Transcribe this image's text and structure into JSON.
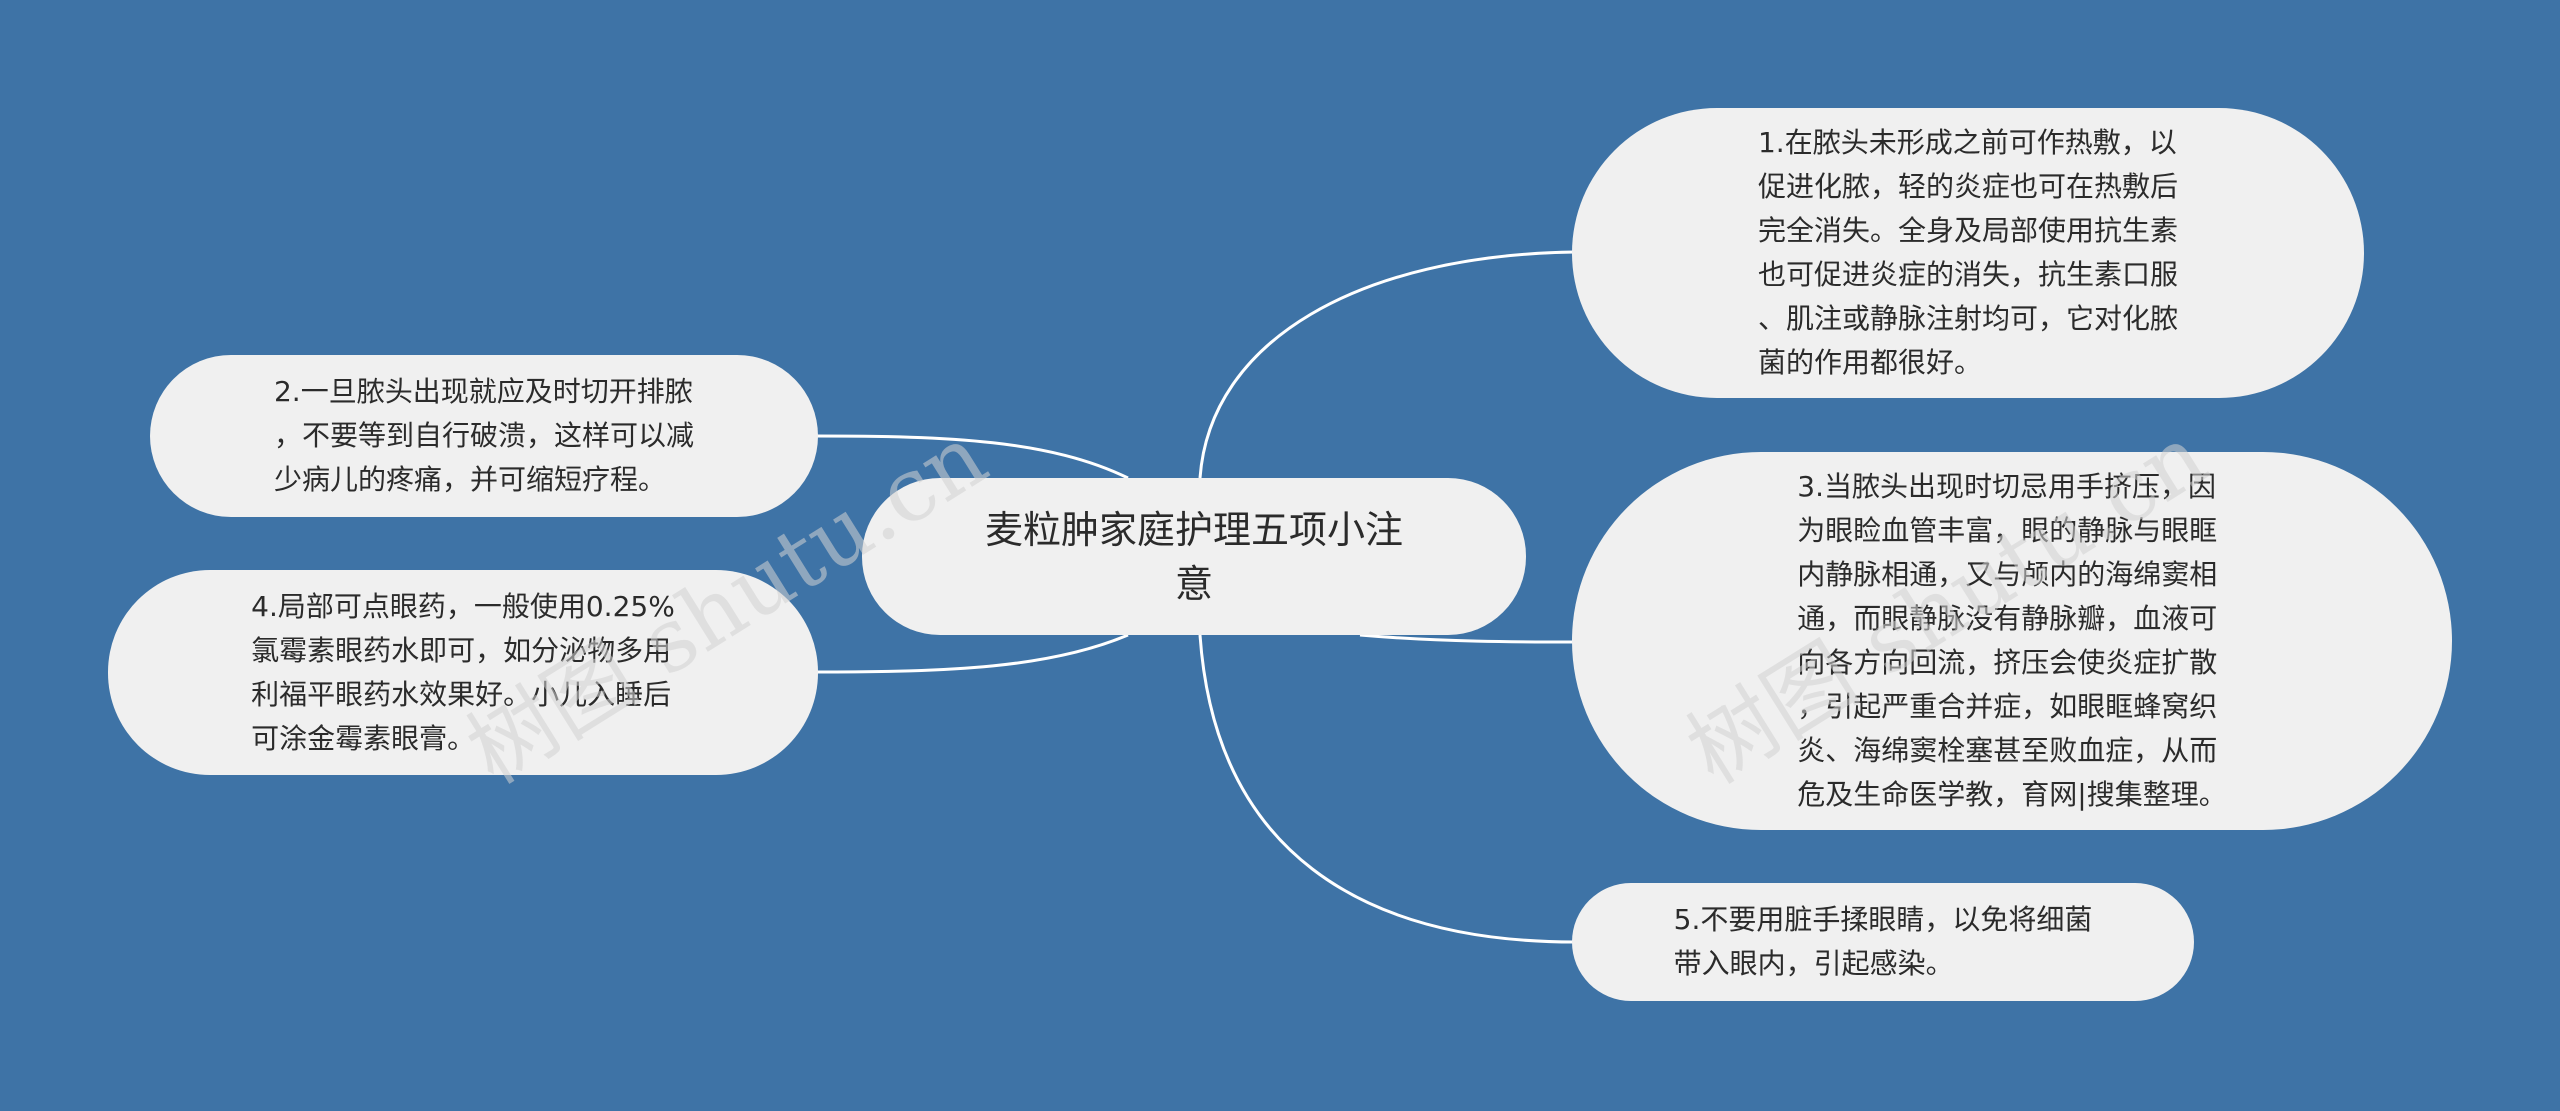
{
  "mindmap": {
    "center": {
      "text": "麦粒肿家庭护理五项小注\n意"
    },
    "nodes": [
      {
        "id": "n1",
        "text": "1.在脓头未形成之前可作热敷，以\n促进化脓，轻的炎症也可在热敷后\n完全消失。全身及局部使用抗生素\n也可促进炎症的消失，抗生素口服\n、肌注或静脉注射均可，它对化脓\n菌的作用都很好。"
      },
      {
        "id": "n2",
        "text": "2.一旦脓头出现就应及时切开排脓\n，不要等到自行破溃，这样可以减\n少病儿的疼痛，并可缩短疗程。"
      },
      {
        "id": "n3",
        "text": "3.当脓头出现时切忌用手挤压，因\n为眼睑血管丰富，眼的静脉与眼眶\n内静脉相通，又与颅内的海绵窦相\n通，而眼静脉没有静脉瓣，血液可\n向各方向回流，挤压会使炎症扩散\n，引起严重合并症，如眼眶蜂窝织\n炎、海绵窦栓塞甚至败血症，从而\n危及生命医学教，育网|搜集整理。"
      },
      {
        "id": "n4",
        "text": "4.局部可点眼药，一般使用0.25%\n氯霉素眼药水即可，如分泌物多用\n利福平眼药水效果好。小儿入睡后\n可涂金霉素眼膏。"
      },
      {
        "id": "n5",
        "text": "5.不要用脏手揉眼睛，以免将细菌\n带入眼内，引起感染。"
      }
    ]
  },
  "watermarks": [
    "树图 shutu.cn",
    "树图 shutu.cn"
  ],
  "colors": {
    "background": "#3e73a6",
    "node_fill": "#f0f0f0",
    "connector": "#ffffff",
    "text": "#2b2b2b"
  }
}
